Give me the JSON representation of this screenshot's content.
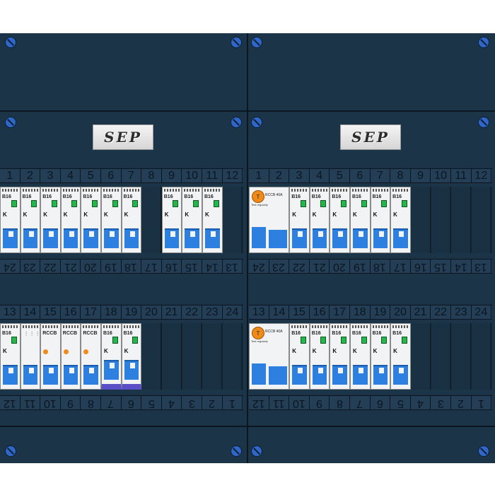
{
  "brand": {
    "logo_text": "SEP"
  },
  "numbers_top": [
    "1",
    "2",
    "3",
    "4",
    "5",
    "6",
    "7",
    "8",
    "9",
    "10",
    "11",
    "12"
  ],
  "numbers_bottom_rev": [
    "24",
    "23",
    "22",
    "21",
    "20",
    "19",
    "18",
    "17",
    "16",
    "15",
    "14",
    "13"
  ],
  "numbers_mid": [
    "13",
    "14",
    "15",
    "16",
    "17",
    "18",
    "19",
    "20",
    "21",
    "22",
    "23",
    "24"
  ],
  "numbers_last_rev": [
    "12",
    "11",
    "10",
    "9",
    "8",
    "7",
    "6",
    "5",
    "4",
    "3",
    "2",
    "1"
  ],
  "module_text": {
    "breaker": "B16",
    "mark": "K",
    "rcd_label": "RCCB 40A",
    "rcd_test": "T",
    "rcd_test_label": "Test regularly",
    "rcbo_label": "RCCB"
  },
  "colors": {
    "panel": "#1c3448",
    "accent": "#2d7fe0",
    "indicator": "#24b64a",
    "test": "#f08a18"
  }
}
